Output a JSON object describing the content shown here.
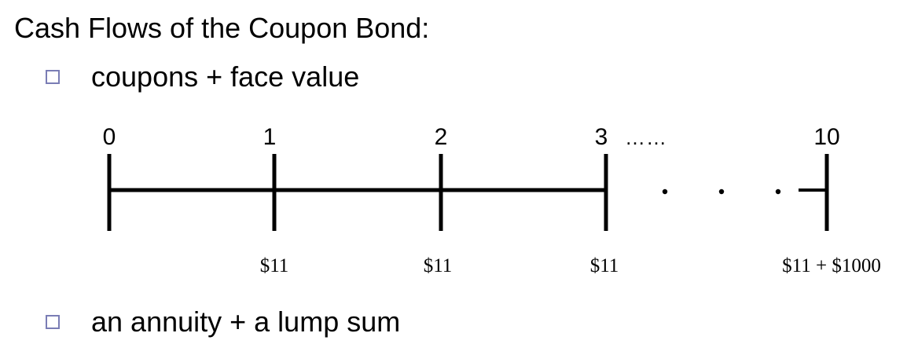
{
  "title": "Cash Flows of the Coupon Bond:",
  "bullets": [
    {
      "text": "coupons + face value",
      "icon": "square-bullet-icon"
    },
    {
      "text": "an annuity + a lump sum",
      "icon": "square-bullet-icon"
    }
  ],
  "timeline": {
    "periods": [
      "0",
      "1",
      "2",
      "3",
      "10"
    ],
    "ellipsis": "……",
    "cash_flows": [
      "$11",
      "$11",
      "$11",
      "$11 + $1000"
    ],
    "colors": {
      "line": "#000000",
      "bullet_border": "#7a7db5"
    }
  }
}
